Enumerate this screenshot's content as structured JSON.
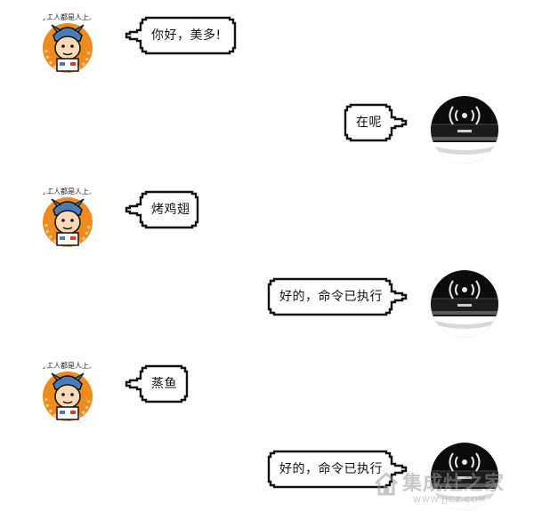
{
  "conversation": {
    "messages": [
      {
        "sender": "user",
        "text": "你好，美多!"
      },
      {
        "sender": "device",
        "text": "在呢"
      },
      {
        "sender": "user",
        "text": "烤鸡翅"
      },
      {
        "sender": "device",
        "text": "好的，命令已执行"
      },
      {
        "sender": "user",
        "text": "蒸鱼"
      },
      {
        "sender": "device",
        "text": "好的，命令已执行"
      }
    ]
  },
  "avatars": {
    "user": {
      "icon": "cartoon-worker-avatar-icon",
      "caption": "打工人都是人上人"
    },
    "device": {
      "icon": "smart-speaker-device-icon"
    }
  },
  "watermark": {
    "name": "集成灶之家",
    "url": "WWW.JJCZ.COM"
  },
  "colors": {
    "bubble_border": "#111111",
    "bubble_fill": "#ffffff",
    "user_avatar_bg": "#f08a1c",
    "device_avatar_bg": "#0c0c0c"
  }
}
